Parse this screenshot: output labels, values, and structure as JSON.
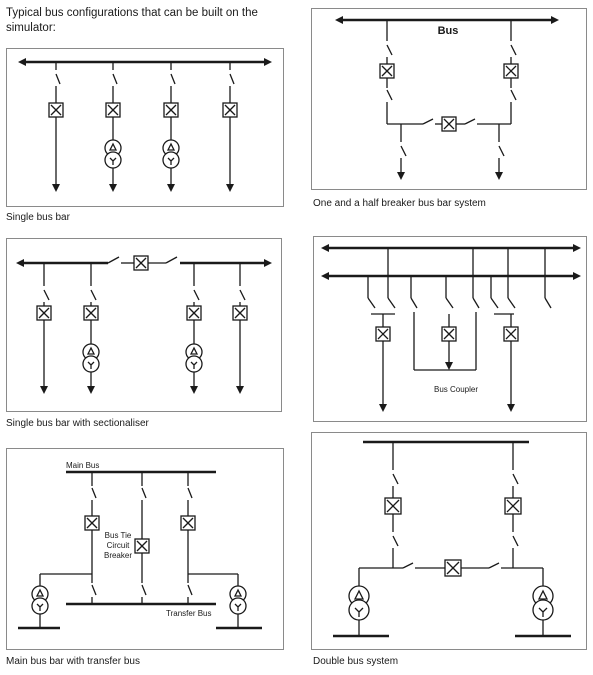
{
  "heading": "Typical bus configurations that can be built on the simulator:",
  "diagrams": [
    {
      "caption": "Single bus bar"
    },
    {
      "caption": "One and a half breaker bus bar system",
      "labels": {
        "bus": "Bus"
      }
    },
    {
      "caption": "Single bus bar with sectionaliser"
    },
    {
      "caption": "",
      "labels": {
        "coupler": "Bus Coupler"
      }
    },
    {
      "caption": "Main bus bar with transfer bus",
      "labels": {
        "main_bus": "Main Bus",
        "tie_1": "Bus Tie",
        "tie_2": "Circuit",
        "tie_3": "Breaker",
        "transfer_bus": "Transfer Bus"
      }
    },
    {
      "caption": "Double bus system"
    }
  ],
  "icons": [
    "circuit-breaker-icon",
    "disconnector-switch-icon",
    "transformer-icon",
    "arrow-down-icon"
  ]
}
